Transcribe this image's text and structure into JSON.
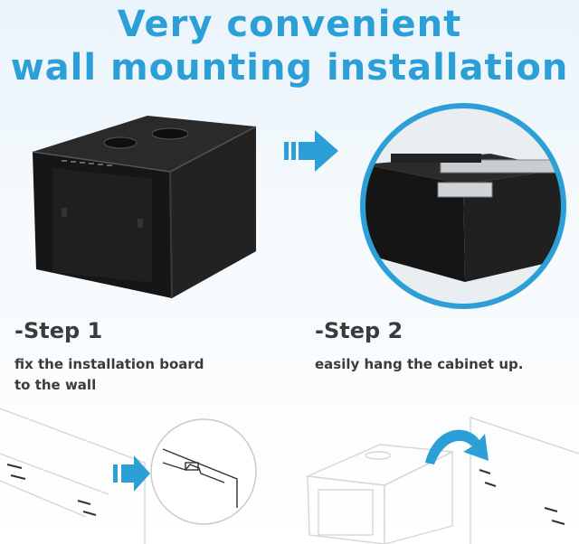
{
  "title": {
    "line1": "Very convenient",
    "line2": "wall mounting installation"
  },
  "steps": [
    {
      "label": "-Step 1",
      "description_line1": "fix the installation board",
      "description_line2": "to the wall"
    },
    {
      "label": "-Step 2",
      "description_line1": "easily hang the cabinet up.",
      "description_line2": ""
    }
  ],
  "colors": {
    "accent": "#2c9fd6",
    "text": "#3b3b3b",
    "cabinet": "#1b1b1b"
  },
  "icons": [
    "arrow-right-icon",
    "curved-arrow-icon",
    "screw-icon"
  ]
}
